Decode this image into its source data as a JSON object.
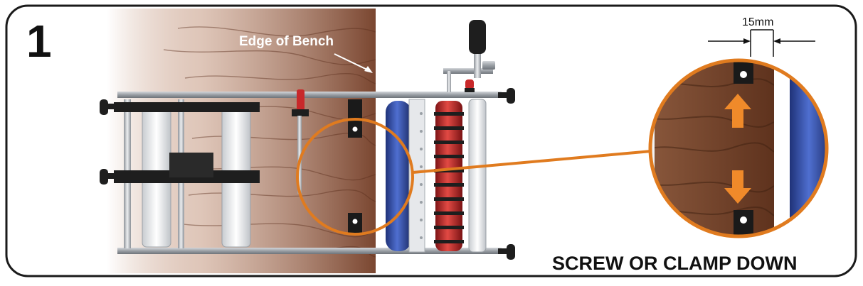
{
  "step_number": "1",
  "labels": {
    "edge_of_bench": "Edge of Bench",
    "gap_measure": "15mm",
    "instruction": "SCREW OR CLAMP DOWN"
  },
  "colors": {
    "frame_border": "#1a1a1a",
    "callout_orange": "#e07b1f",
    "wood_dark": "#6b3a22",
    "wood_mid": "#8a5235",
    "roller_blue": "#2f4aa0",
    "roller_red": "#c8282a",
    "handle_black": "#1e1e1e",
    "metal_grey": "#b9bdc2"
  },
  "icons": {
    "arrow_up": "arrow-up-icon",
    "arrow_down": "arrow-down-icon"
  }
}
